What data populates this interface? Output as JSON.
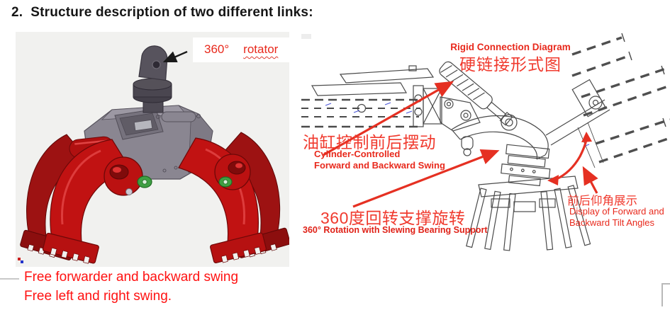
{
  "page": {
    "title": "2.  Structure description of two different links:"
  },
  "left_figure": {
    "rotator_label": {
      "value": "360°",
      "word": "rotator"
    },
    "caption_line1": "Free forwarder and backward swing",
    "caption_line2": "Free left and right swing."
  },
  "right_figure": {
    "header": {
      "en": "Rigid Connection Diagram",
      "zh": "硬链接形式图"
    },
    "cylinder_note": {
      "zh": "油缸控制前后摆动",
      "en_line1": "Cylinder-Controlled",
      "en_line2": "Forward and Backward Swing"
    },
    "rotation_note": {
      "zh": "360度回转支撑旋转",
      "en": "360° Rotation with Slewing Bearing Support"
    },
    "tilt_note": {
      "zh": "前后仰角展示",
      "en_line1": "Display of Forward and",
      "en_line2": "Backward Tilt Angles"
    }
  },
  "colors": {
    "annotation_red": "#e8291c",
    "chinese_red": "#f03a2e",
    "caption_red": "#ff1111",
    "grapple_red": "#c11212",
    "grapple_gray": "#8a8691",
    "drawing_stroke": "#4a4a4a",
    "figure_background": "#f1f1ef"
  }
}
